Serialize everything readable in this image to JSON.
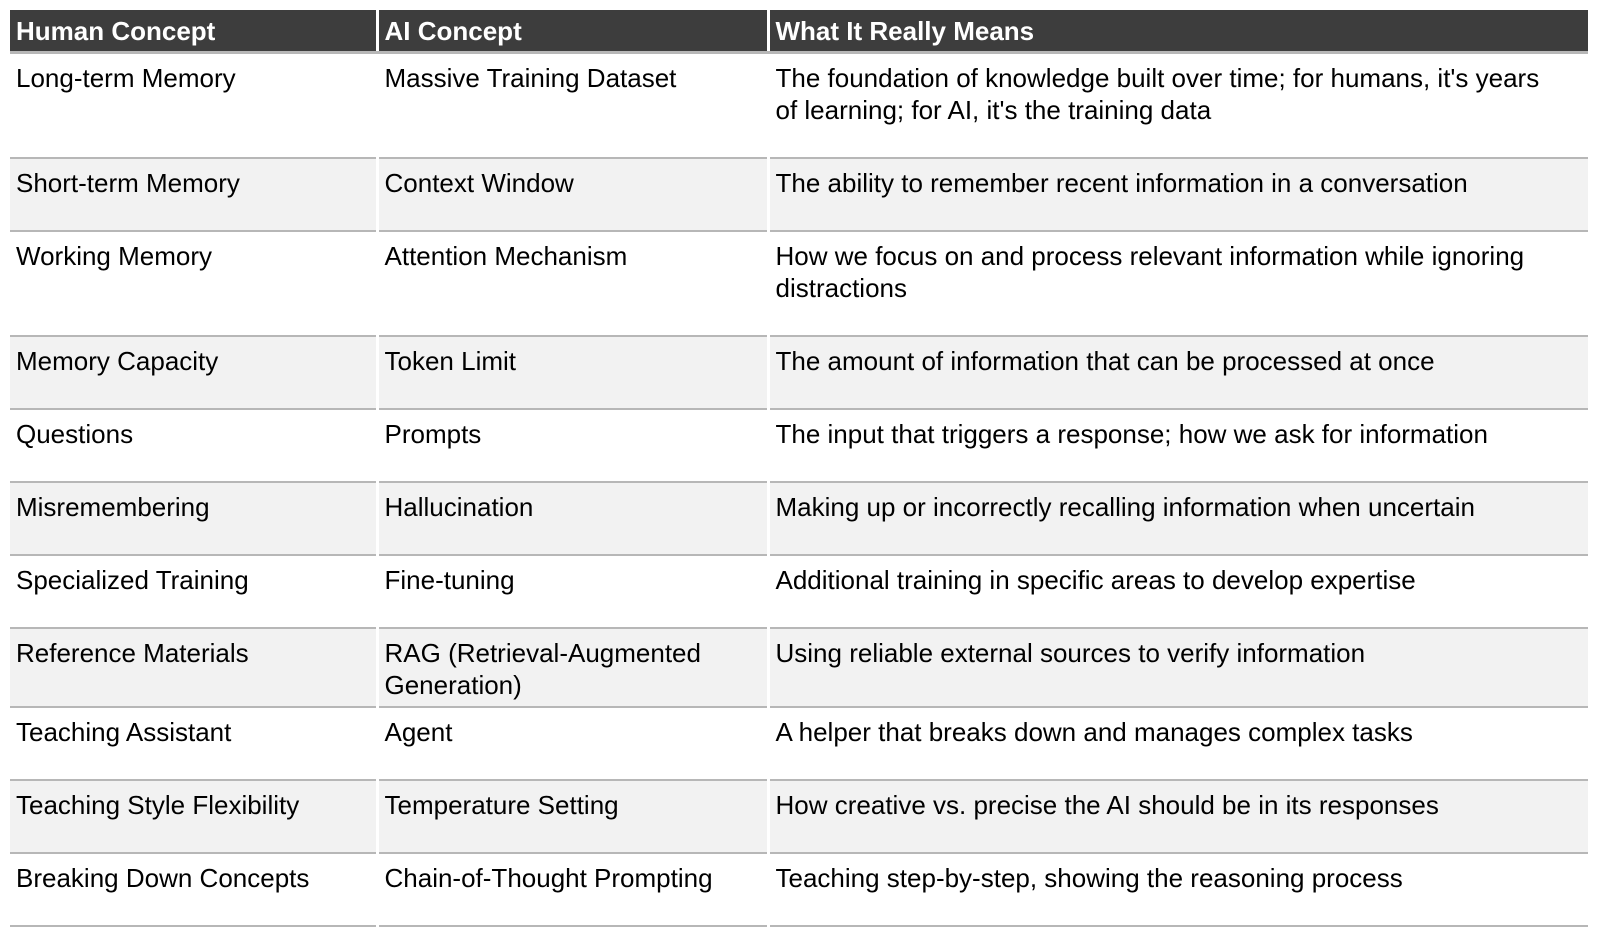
{
  "table": {
    "columns": [
      {
        "id": "human_concept",
        "label": "Human Concept"
      },
      {
        "id": "ai_concept",
        "label": "AI Concept"
      },
      {
        "id": "meaning",
        "label": "What It Really Means"
      }
    ],
    "rows": [
      {
        "human_concept": "Long-term Memory",
        "ai_concept": "Massive Training Dataset",
        "meaning": "The foundation of knowledge built over time; for humans, it's years of learning; for AI, it's the training data"
      },
      {
        "human_concept": "Short-term Memory",
        "ai_concept": "Context Window",
        "meaning": "The ability to remember recent information in a conversation"
      },
      {
        "human_concept": "Working Memory",
        "ai_concept": "Attention Mechanism",
        "meaning": "How we focus on and process relevant information while ignoring distractions"
      },
      {
        "human_concept": "Memory Capacity",
        "ai_concept": "Token Limit",
        "meaning": "The amount of information that can be processed at once"
      },
      {
        "human_concept": "Questions",
        "ai_concept": "Prompts",
        "meaning": "The input that triggers a response; how we ask for information"
      },
      {
        "human_concept": "Misremembering",
        "ai_concept": "Hallucination",
        "meaning": "Making up or incorrectly recalling information when uncertain"
      },
      {
        "human_concept": "Specialized Training",
        "ai_concept": "Fine-tuning",
        "meaning": "Additional training in specific areas to develop expertise"
      },
      {
        "human_concept": "Reference Materials",
        "ai_concept": "RAG (Retrieval-Augmented Generation)",
        "meaning": "Using reliable external sources to verify information"
      },
      {
        "human_concept": "Teaching Assistant",
        "ai_concept": "Agent",
        "meaning": "A helper that breaks down and manages complex tasks"
      },
      {
        "human_concept": "Teaching Style Flexibility",
        "ai_concept": "Temperature Setting",
        "meaning": "How creative vs. precise the AI should be in its responses"
      },
      {
        "human_concept": "Breaking Down Concepts",
        "ai_concept": "Chain-of-Thought Prompting",
        "meaning": "Teaching step-by-step, showing the reasoning process"
      }
    ],
    "colors": {
      "header_bg": "#3d3d3d",
      "header_text": "#ffffff",
      "row_bg": "#ffffff",
      "row_alt_bg": "#f2f2f2",
      "border": "#b7b7b7",
      "body_text": "#000000"
    }
  }
}
